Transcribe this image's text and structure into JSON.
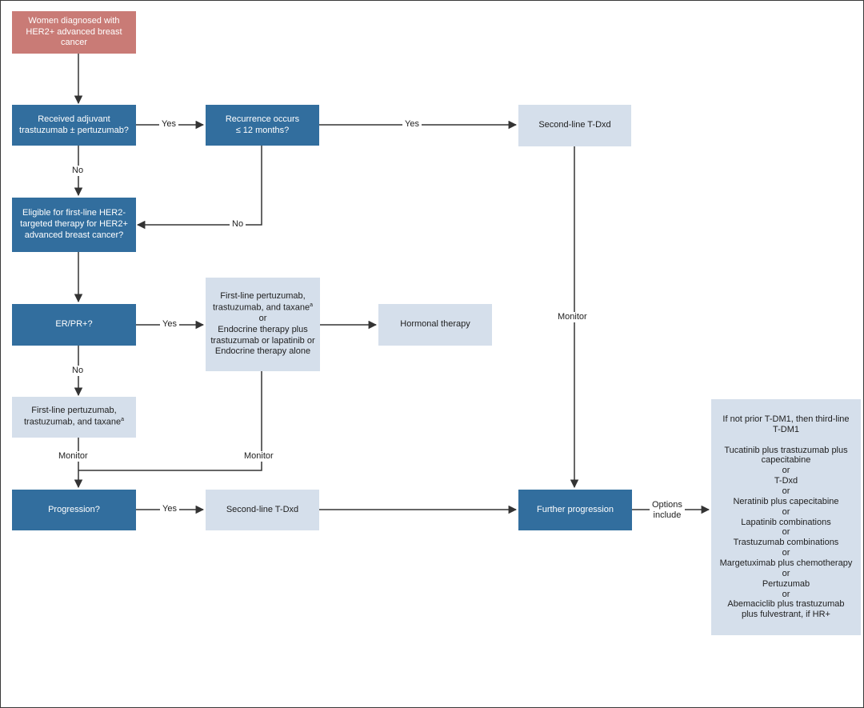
{
  "colors": {
    "dark_box": "#326e9e",
    "light_box": "#d5dfeb",
    "start_box": "#c97b76",
    "arrow": "#333333"
  },
  "nodes": {
    "start": {
      "lines": [
        "Women diagnosed with",
        "HER2+ advanced breast",
        "cancer"
      ]
    },
    "adjuvant": {
      "lines": [
        "Received adjuvant",
        "trastuzumab ± pertuzumab?"
      ]
    },
    "recurrence": {
      "lines": [
        "Recurrence occurs",
        "≤ 12 months?"
      ]
    },
    "second_line_top": {
      "lines": [
        "Second-line T-Dxd"
      ]
    },
    "eligible": {
      "lines": [
        "Eligible for first-line HER2-",
        "targeted therapy for HER2+",
        "advanced breast cancer?"
      ]
    },
    "er_pr": {
      "lines": [
        "ER/PR+?"
      ]
    },
    "first_line_options": {
      "line1": "First-line pertuzumab,",
      "line2": "trastuzumab, and taxane",
      "sup": "a",
      "line3": "or",
      "line4": "Endocrine therapy plus",
      "line5": "trastuzumab or lapatinib or",
      "line6": "Endocrine therapy alone"
    },
    "hormonal": {
      "lines": [
        "Hormonal therapy"
      ]
    },
    "first_line_left": {
      "line1": "First-line pertuzumab,",
      "line2": "trastuzumab, and taxane",
      "sup": "a"
    },
    "progression": {
      "lines": [
        "Progression?"
      ]
    },
    "second_line_bottom": {
      "lines": [
        "Second-line T-Dxd"
      ]
    },
    "further_progression": {
      "lines": [
        "Further progression"
      ]
    },
    "options_list": {
      "lines": [
        "If not prior T-DM1, then third-line",
        "T-DM1",
        "",
        "Tucatinib plus trastuzumab plus",
        "capecitabine",
        "or",
        "T-Dxd",
        "or",
        "Neratinib plus capecitabine",
        "or",
        "Lapatinib combinations",
        "or",
        "Trastuzumab combinations",
        "or",
        "Margetuximab plus chemotherapy",
        "or",
        "Pertuzumab",
        "or",
        "Abemaciclib plus trastuzumab",
        "plus fulvestrant, if HR+"
      ]
    }
  },
  "edge_labels": {
    "yes_adjuvant": "Yes",
    "yes_recurrence": "Yes",
    "no_adjuvant": "No",
    "no_recurrence": "No",
    "yes_er": "Yes",
    "no_er": "No",
    "monitor_left": "Monitor",
    "monitor_middle": "Monitor",
    "monitor_right": "Monitor",
    "yes_progression": "Yes",
    "options_include": [
      "Options",
      "include"
    ]
  }
}
